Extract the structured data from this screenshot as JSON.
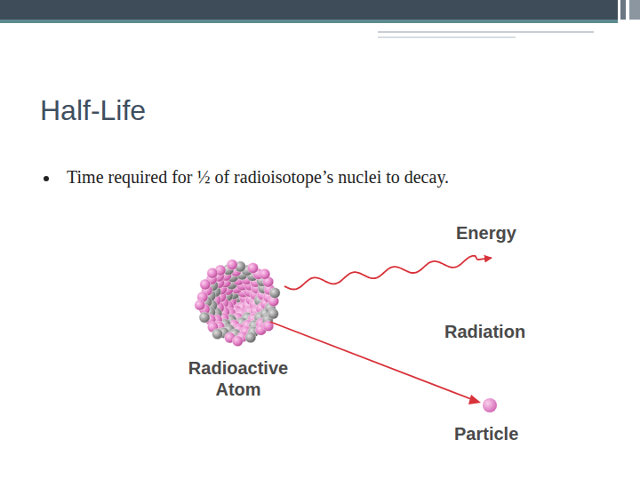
{
  "diagram": {
    "title": "Half-Life",
    "labels": [
      "Time required for ½ of radioisotope’s nuclei to decay.",
      "Energy",
      "Radiation",
      "Radioactive Atom",
      "Particle"
    ]
  }
}
